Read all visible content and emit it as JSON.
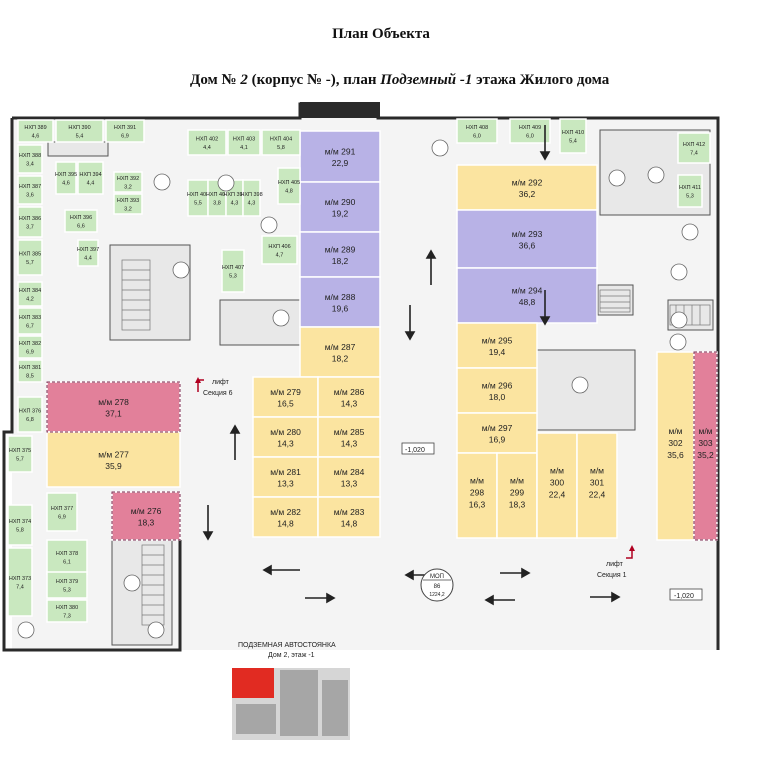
{
  "header": {
    "title": "План Объекта",
    "subtitle_parts": [
      "Дом № ",
      "2",
      " (корпус № -), план ",
      "Подземный",
      " ",
      "-1",
      " этажа Жилого дома"
    ]
  },
  "colors": {
    "storage": "#c9e8bf",
    "parking_yellow": "#fbe4a0",
    "parking_purple": "#b8b2e6",
    "parking_pink": "#e2809a",
    "wall": "#2a2a2a",
    "road": "#ffffff"
  },
  "labels": {
    "lift6": "лифт",
    "section6": "Секция 6",
    "lift1": "лифт",
    "section1": "Секция 1",
    "level_a": "-1,020",
    "level_b": "-1,020",
    "mop": [
      "МОП",
      "86",
      "1224,2"
    ]
  },
  "parking": [
    {
      "id": "pp-291",
      "name": "м/м 291",
      "area": "22,9",
      "color": "purple"
    },
    {
      "id": "pp-290",
      "name": "м/м 290",
      "area": "19,2",
      "color": "purple"
    },
    {
      "id": "pp-289",
      "name": "м/м 289",
      "area": "18,2",
      "color": "purple"
    },
    {
      "id": "pp-288",
      "name": "м/м 288",
      "area": "19,6",
      "color": "purple"
    },
    {
      "id": "pp-287",
      "name": "м/м 287",
      "area": "18,2",
      "color": "yellow"
    },
    {
      "id": "pp-279",
      "name": "м/м 279",
      "area": "16,5",
      "color": "yellow"
    },
    {
      "id": "pp-286",
      "name": "м/м 286",
      "area": "14,3",
      "color": "yellow"
    },
    {
      "id": "pp-280",
      "name": "м/м 280",
      "area": "14,3",
      "color": "yellow"
    },
    {
      "id": "pp-285",
      "name": "м/м 285",
      "area": "14,3",
      "color": "yellow"
    },
    {
      "id": "pp-281",
      "name": "м/м 281",
      "area": "13,3",
      "color": "yellow"
    },
    {
      "id": "pp-284",
      "name": "м/м 284",
      "area": "13,3",
      "color": "yellow"
    },
    {
      "id": "pp-282",
      "name": "м/м 282",
      "area": "14,8",
      "color": "yellow"
    },
    {
      "id": "pp-283",
      "name": "м/м 283",
      "area": "14,8",
      "color": "yellow"
    },
    {
      "id": "pp-278",
      "name": "м/м 278",
      "area": "37,1",
      "color": "pink"
    },
    {
      "id": "pp-277",
      "name": "м/м 277",
      "area": "35,9",
      "color": "yellow"
    },
    {
      "id": "pp-276",
      "name": "м/м 276",
      "area": "18,3",
      "color": "pink"
    },
    {
      "id": "pp-292",
      "name": "м/м 292",
      "area": "36,2",
      "color": "yellow"
    },
    {
      "id": "pp-293",
      "name": "м/м 293",
      "area": "36,6",
      "color": "purple"
    },
    {
      "id": "pp-294",
      "name": "м/м 294",
      "area": "48,8",
      "color": "purple"
    },
    {
      "id": "pp-295",
      "name": "м/м 295",
      "area": "19,4",
      "color": "yellow"
    },
    {
      "id": "pp-296",
      "name": "м/м 296",
      "area": "18,0",
      "color": "yellow"
    },
    {
      "id": "pp-297",
      "name": "м/м 297",
      "area": "16,9",
      "color": "yellow"
    },
    {
      "id": "pp-298",
      "name": "м/м 298",
      "area": "16,3",
      "color": "yellow"
    },
    {
      "id": "pp-299",
      "name": "м/м 299",
      "area": "18,3",
      "color": "yellow"
    },
    {
      "id": "pp-300",
      "name": "м/м 300",
      "area": "22,4",
      "color": "yellow"
    },
    {
      "id": "pp-301",
      "name": "м/м 301",
      "area": "22,4",
      "color": "yellow"
    },
    {
      "id": "pp-302",
      "name": "м/м 302",
      "area": "35,6",
      "color": "yellow"
    },
    {
      "id": "pp-303",
      "name": "м/м 303",
      "area": "35,2",
      "color": "pink"
    }
  ],
  "storage": [
    {
      "id": "st-389",
      "name": "НХП 389",
      "area": "4,6"
    },
    {
      "id": "st-390",
      "name": "НХП 390",
      "area": "5,4"
    },
    {
      "id": "st-391",
      "name": "НХП 391",
      "area": "6,9"
    },
    {
      "id": "st-388",
      "name": "НХП 388",
      "area": "3,4"
    },
    {
      "id": "st-395",
      "name": "НХП 395",
      "area": "4,6"
    },
    {
      "id": "st-394",
      "name": "НХП 394",
      "area": "4,4"
    },
    {
      "id": "st-392",
      "name": "НХП 392",
      "area": "3,2"
    },
    {
      "id": "st-393",
      "name": "НХП 393",
      "area": "3,2"
    },
    {
      "id": "st-387",
      "name": "НХП 387",
      "area": "3,6"
    },
    {
      "id": "st-396",
      "name": "НХП 396",
      "area": "6,6"
    },
    {
      "id": "st-386",
      "name": "НХП 386",
      "area": "3,7"
    },
    {
      "id": "st-397",
      "name": "НХП 397",
      "area": "4,4"
    },
    {
      "id": "st-385",
      "name": "НХП 385",
      "area": "5,7"
    },
    {
      "id": "st-384",
      "name": "НХП 384",
      "area": "4,2"
    },
    {
      "id": "st-383",
      "name": "НХП 383",
      "area": "6,7"
    },
    {
      "id": "st-382",
      "name": "НХП 382",
      "area": "6,9"
    },
    {
      "id": "st-381",
      "name": "НХП 381",
      "area": "8,5"
    },
    {
      "id": "st-376",
      "name": "НХП 376",
      "area": "6,8"
    },
    {
      "id": "st-375",
      "name": "НХП 375",
      "area": "5,7"
    },
    {
      "id": "st-374",
      "name": "НХП 374",
      "area": "5,8"
    },
    {
      "id": "st-377",
      "name": "НХП 377",
      "area": "6,9"
    },
    {
      "id": "st-378",
      "name": "НХП 378",
      "area": "6,1"
    },
    {
      "id": "st-373",
      "name": "НХП 373",
      "area": "7,4"
    },
    {
      "id": "st-379",
      "name": "НХП 379",
      "area": "5,3"
    },
    {
      "id": "st-380",
      "name": "НХП 380",
      "area": "7,3"
    },
    {
      "id": "st-402",
      "name": "НХП 402",
      "area": "4,4"
    },
    {
      "id": "st-403",
      "name": "НХП 403",
      "area": "4,1"
    },
    {
      "id": "st-404",
      "name": "НХП 404",
      "area": "5,8"
    },
    {
      "id": "st-401",
      "name": "НХП 401",
      "area": "5,5"
    },
    {
      "id": "st-400",
      "name": "НХП 400",
      "area": "3,8"
    },
    {
      "id": "st-399",
      "name": "НХП 399",
      "area": "4,3"
    },
    {
      "id": "st-398",
      "name": "НХП 398",
      "area": "4,3"
    },
    {
      "id": "st-405",
      "name": "НХП 405",
      "area": "4,8"
    },
    {
      "id": "st-406",
      "name": "НХП 406",
      "area": "4,7"
    },
    {
      "id": "st-407",
      "name": "НХП 407",
      "area": "5,3"
    },
    {
      "id": "st-408",
      "name": "НХП 408",
      "area": "6,0"
    },
    {
      "id": "st-409",
      "name": "НХП 409",
      "area": "6,0"
    },
    {
      "id": "st-410",
      "name": "НХП 410",
      "area": "5,4"
    },
    {
      "id": "st-412",
      "name": "НХП 412",
      "area": "7,4"
    },
    {
      "id": "st-411",
      "name": "НХП 411",
      "area": "5,3"
    }
  ],
  "legend": {
    "title": "ПОДЗЕМНАЯ АВТОСТОЯНКА",
    "subtitle": "Дом 2, этаж -1"
  }
}
